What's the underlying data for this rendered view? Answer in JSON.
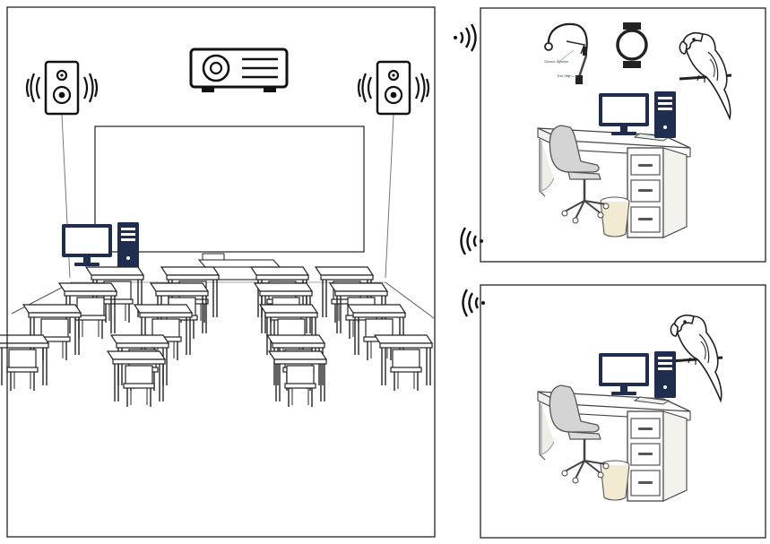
{
  "classroom": {
    "icons": [
      "speaker-icon",
      "projector-icon",
      "speaker-icon",
      "computer-icon"
    ],
    "desk_rows": 4
  },
  "office_top": {
    "icons": [
      "headset-icon",
      "smartwatch-icon",
      "parrot-icon",
      "computer-icon"
    ],
    "headset_labels": [
      "Sensor System",
      "Ear Clip"
    ]
  },
  "office_bottom": {
    "icons": [
      "parrot-icon",
      "computer-icon"
    ]
  },
  "signal_icons": [
    "wireless-signal-icon",
    "wireless-signal-icon",
    "wireless-signal-icon"
  ],
  "colors": {
    "navy": "#1f2d4f",
    "outline": "#222222",
    "shade": "#d9d9d9"
  }
}
